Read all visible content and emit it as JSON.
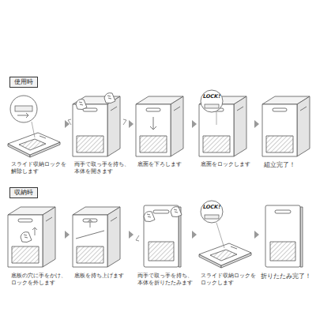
{
  "diagram": {
    "nodes": [
      {
        "text": [
          "使用時"
        ]
      },
      {
        "text": [
          "収納時"
        ]
      }
    ],
    "labels": [
      "スライド収納ロックを解除します",
      "両手で取っ手を持ち、本体を開きます",
      "底面を下ろします",
      "LOCK!",
      "底面をロックします",
      "組立完了！",
      "底板の穴に手をかけ、ロックを外します",
      "底板を持ち上げます",
      "両手で取っ手を持ち、本体を折りたたみます",
      "LOCK!",
      "スライド収納ロックをロックします",
      "折りたたみ完了！"
    ]
  }
}
